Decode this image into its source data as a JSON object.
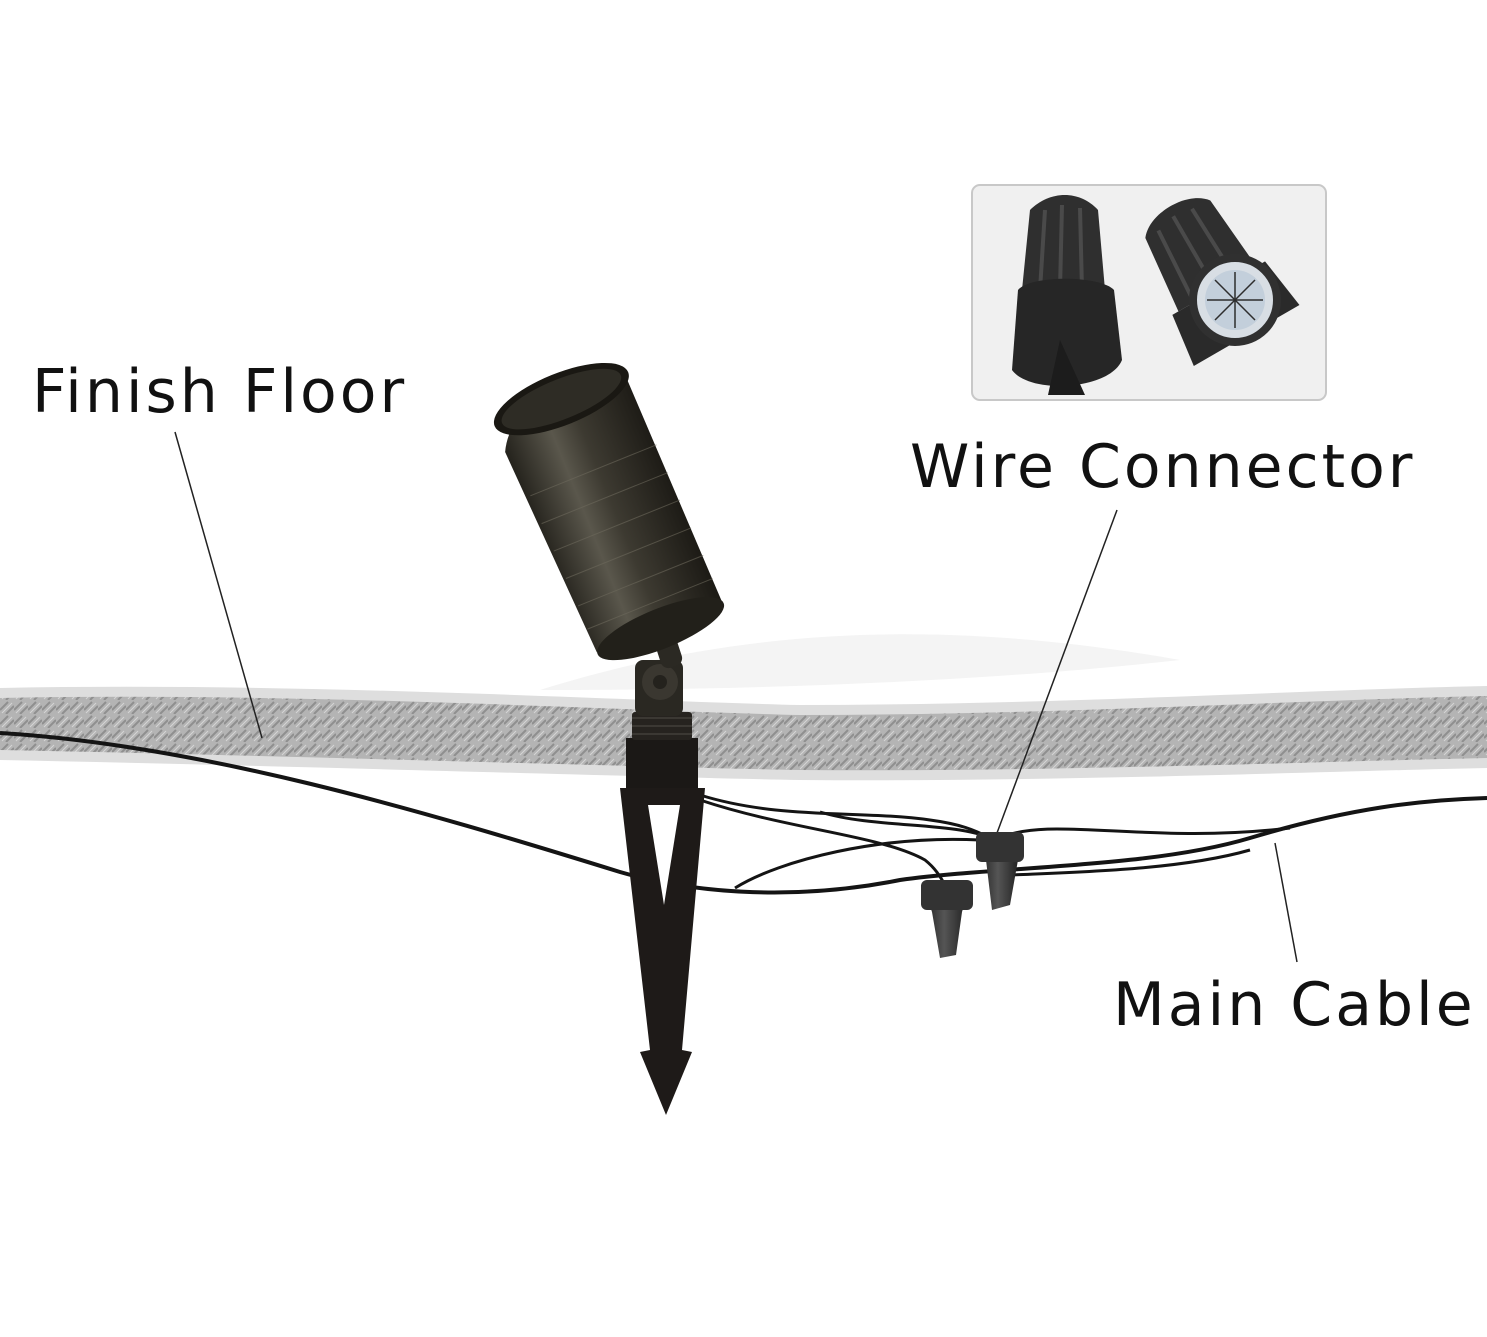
{
  "labels": {
    "finish_floor": "Finish Floor",
    "wire_connector": "Wire Connector",
    "main_cable": "Main Cable"
  },
  "colors": {
    "background": "#ffffff",
    "floor_band": "#b9b9b9",
    "floor_edge": "#dcdcdc",
    "cable": "#141414",
    "fixture_bronze": "#3a3830",
    "stake": "#1e1a18",
    "connector": "#2f2f2f",
    "inset_border": "#c8c8c8",
    "leader_line": "#222222"
  },
  "icons": {
    "fixture": "spotlight-fixture-icon",
    "stake": "ground-stake-icon",
    "connector": "wire-connector-icon"
  }
}
